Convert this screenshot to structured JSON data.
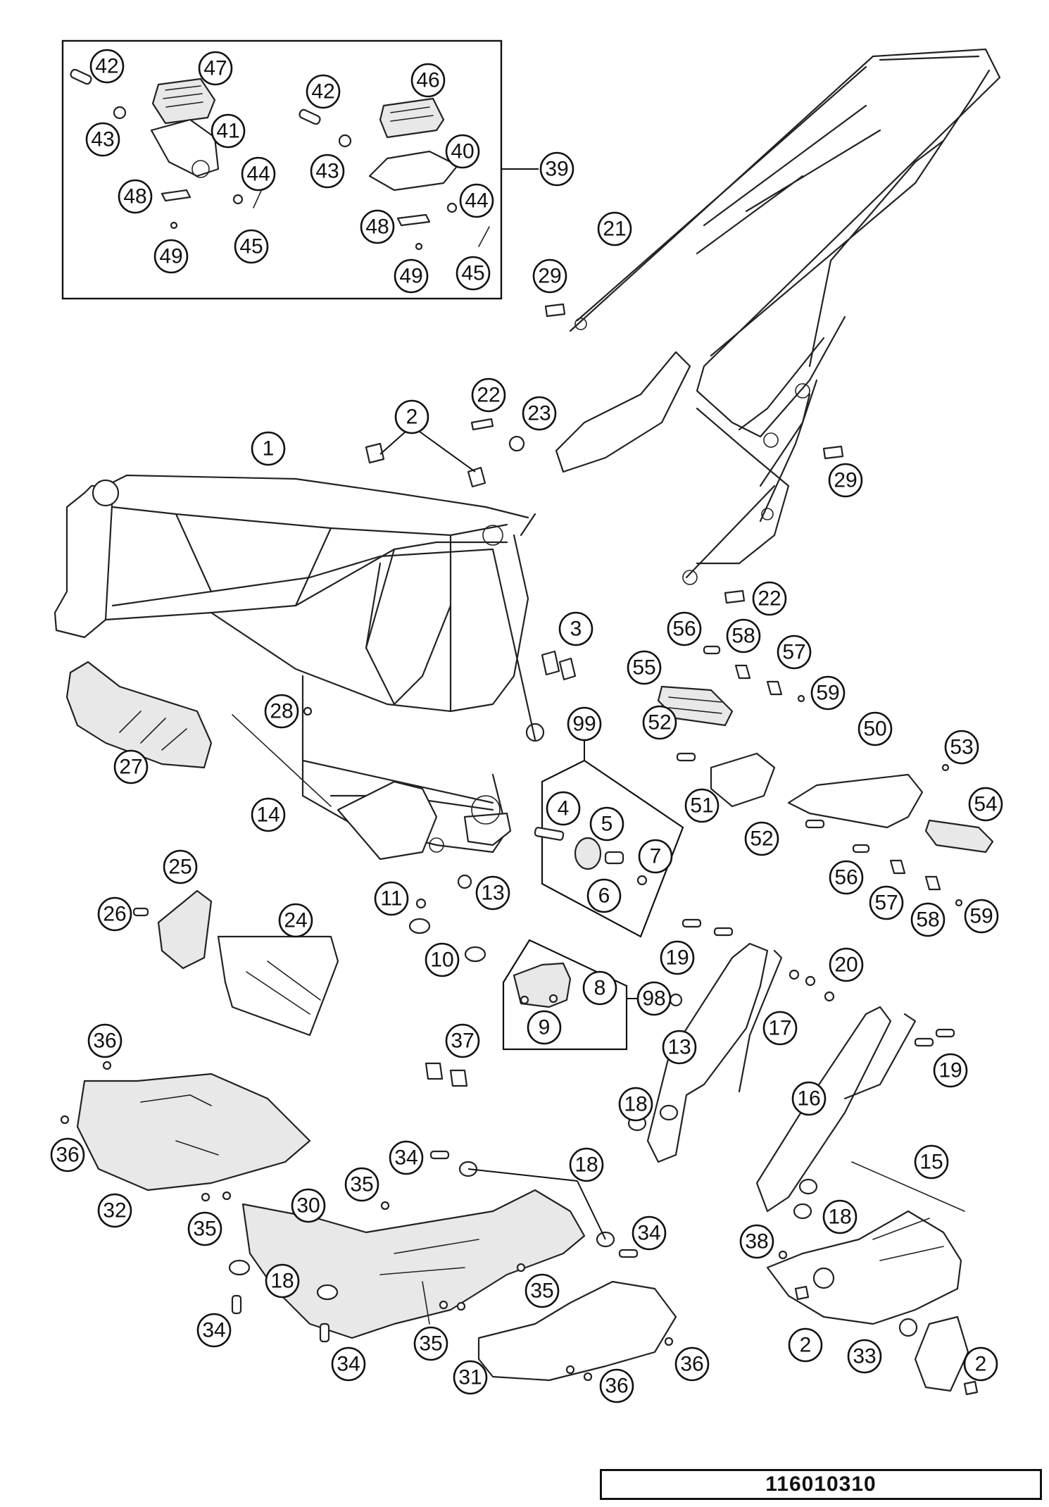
{
  "diagram": {
    "reference_number": "116010310",
    "callout_labels": [
      "1",
      "2",
      "3",
      "4",
      "5",
      "6",
      "7",
      "8",
      "9",
      "10",
      "11",
      "13",
      "14",
      "15",
      "16",
      "17",
      "18",
      "19",
      "20",
      "21",
      "22",
      "23",
      "24",
      "25",
      "26",
      "27",
      "28",
      "29",
      "30",
      "31",
      "32",
      "33",
      "34",
      "35",
      "36",
      "37",
      "38",
      "39",
      "40",
      "41",
      "42",
      "43",
      "44",
      "45",
      "46",
      "47",
      "48",
      "49",
      "50",
      "51",
      "52",
      "53",
      "54",
      "55",
      "56",
      "57",
      "58",
      "59",
      "98",
      "99"
    ],
    "colors": {
      "ink": "#111111",
      "paper": "#ffffff",
      "shade": "#e8e8e8"
    }
  }
}
